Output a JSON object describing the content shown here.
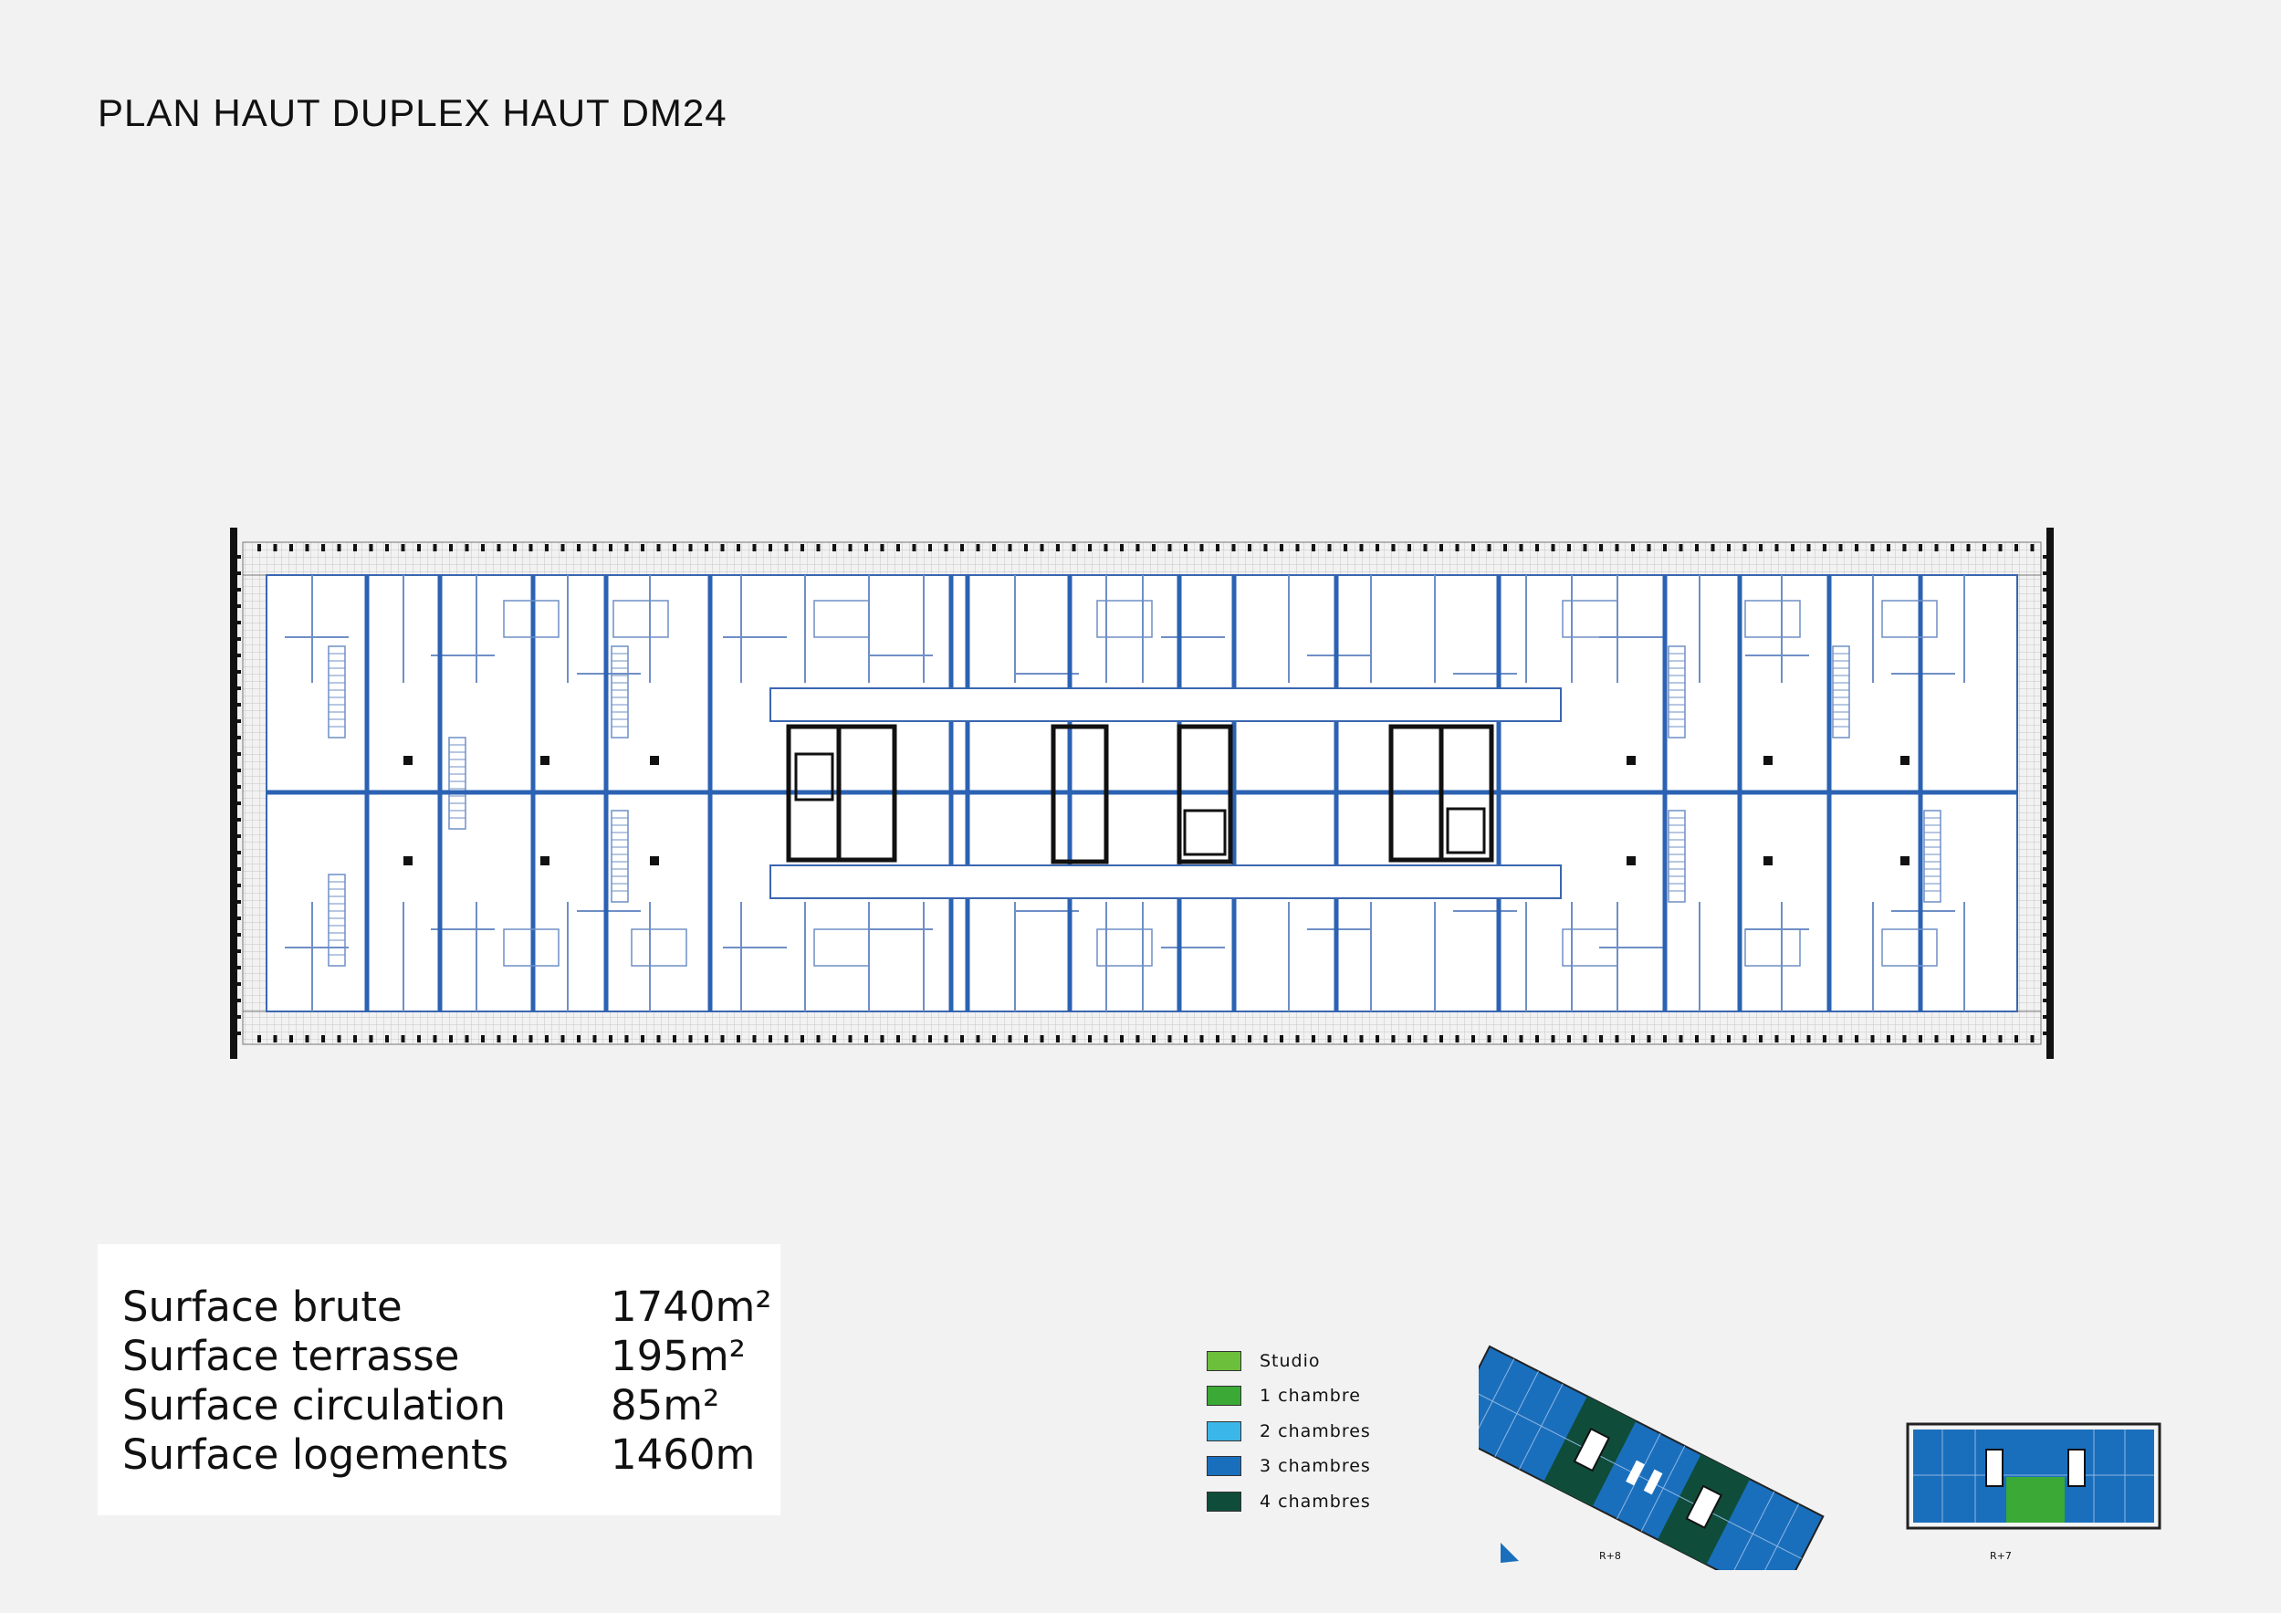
{
  "title": "PLAN HAUT DUPLEX HAUT DM24",
  "stats": [
    {
      "label": "Surface brute",
      "value": "1740m²"
    },
    {
      "label": "Surface terrasse",
      "value": "195m²"
    },
    {
      "label": "Surface circulation",
      "value": "85m²"
    },
    {
      "label": "Surface logements",
      "value": "1460m"
    }
  ],
  "legend": [
    {
      "label": "Studio",
      "color": "#6cbf3a"
    },
    {
      "label": "1  chambre",
      "color": "#3aa935"
    },
    {
      "label": "2  chambres",
      "color": "#3bb6e8"
    },
    {
      "label": "3  chambres",
      "color": "#1a6fbd"
    },
    {
      "label": "4  chambres",
      "color": "#0f4d3a"
    }
  ],
  "minimaps": [
    {
      "caption": "R+8"
    },
    {
      "caption": "R+7"
    }
  ],
  "colors": {
    "wall_blue": "#2b62b3",
    "partition": "#6f8fc6",
    "core": "#111111",
    "background": "#f2f2f2"
  }
}
